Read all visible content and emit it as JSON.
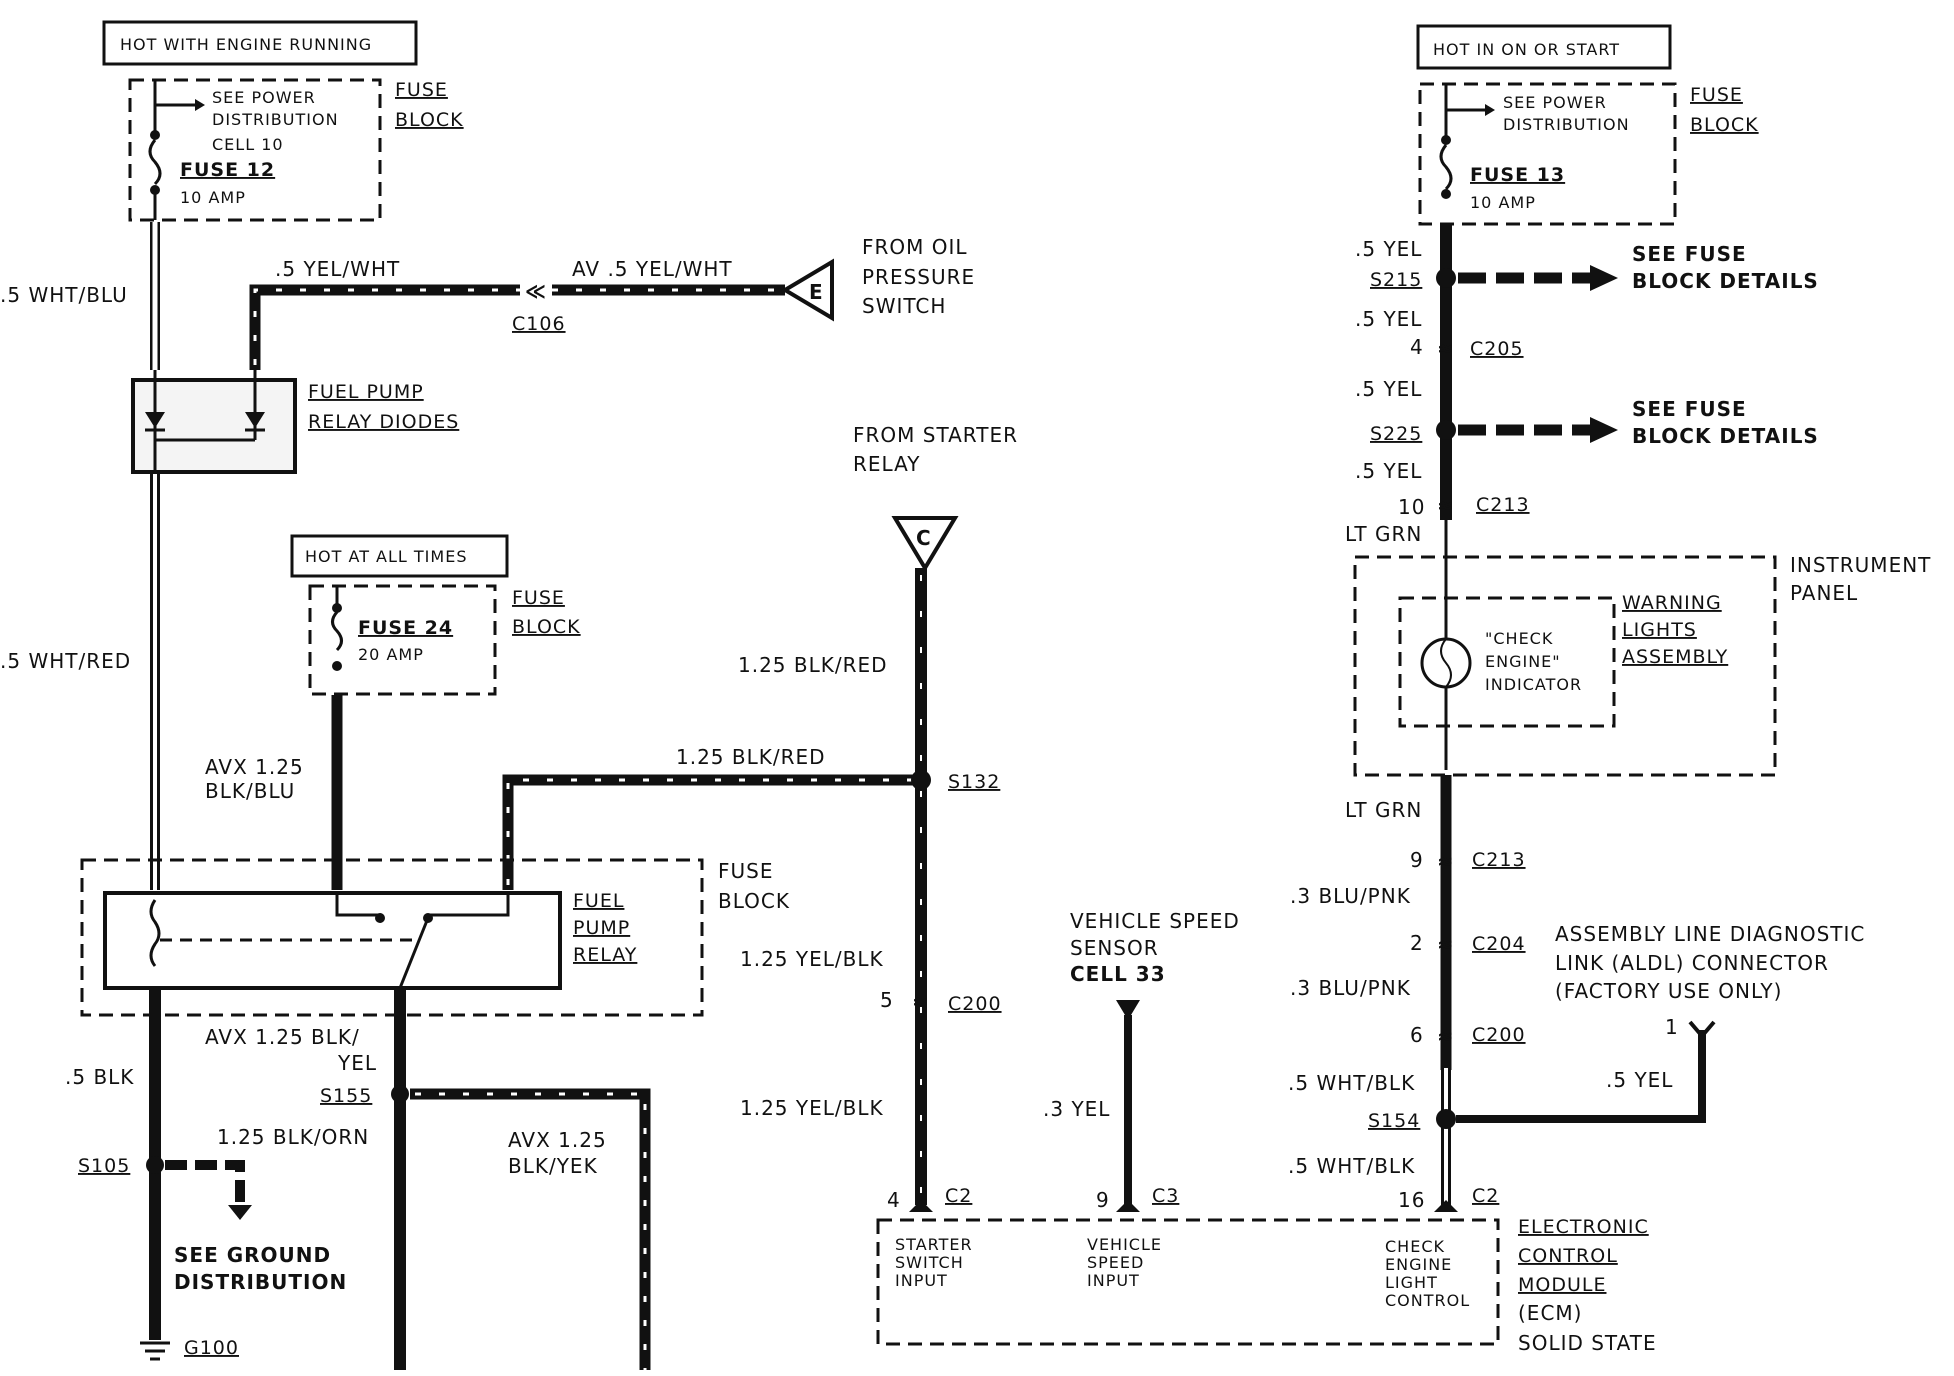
{
  "left_power": {
    "hot_label": "HOT WITH ENGINE RUNNING",
    "note_line1": "SEE POWER",
    "note_line2": "DISTRIBUTION",
    "note_line3": "CELL 10",
    "fuse_name": "FUSE 12",
    "fuse_rating": "10 AMP",
    "block_line1": "FUSE",
    "block_line2": "BLOCK"
  },
  "right_power": {
    "hot_label": "HOT IN ON OR START",
    "note_line1": "SEE POWER",
    "note_line2": "DISTRIBUTION",
    "fuse_name": "FUSE 13",
    "fuse_rating": "10 AMP",
    "block_line1": "FUSE",
    "block_line2": "BLOCK"
  },
  "oil": {
    "wire_left": ".5 YEL/WHT",
    "wire_right": "AV .5 YEL/WHT",
    "connector": "C106",
    "terminal": "E",
    "from_line1": "FROM OIL",
    "from_line2": "PRESSURE",
    "from_line3": "SWITCH"
  },
  "left_wires": {
    "wht_blu": ".5 WHT/BLU",
    "wht_red": ".5 WHT/RED",
    "diodes_line1": "FUEL PUMP",
    "diodes_line2": "RELAY DIODES"
  },
  "hot_all": {
    "label": "HOT AT ALL TIMES",
    "fuse_name": "FUSE 24",
    "fuse_rating": "20 AMP",
    "block_line1": "FUSE",
    "block_line2": "BLOCK",
    "wire_line1": "AVX 1.25",
    "wire_line2": "BLK/BLU"
  },
  "relay": {
    "line1": "FUEL",
    "line2": "PUMP",
    "line3": "RELAY",
    "block_line1": "FUSE",
    "block_line2": "BLOCK"
  },
  "starter": {
    "from_line1": "FROM STARTER",
    "from_line2": "RELAY",
    "terminal": "C",
    "wire1": "1.25 BLK/RED",
    "wire2": "1.25 BLK/RED",
    "splice": "S132",
    "wire3": "1.25 YEL/BLK",
    "conn_num": "5",
    "conn": "C200",
    "wire4": "1.25 YEL/BLK",
    "pin": "4",
    "pin_conn": "C2"
  },
  "lower_left": {
    "blk": ".5 BLK",
    "avx_line1": "AVX 1.25 BLK/",
    "avx_line2": "YEL",
    "s155": "S155",
    "blk_orn": "1.25 BLK/ORN",
    "avx_yek1": "AVX 1.25",
    "avx_yek2": "BLK/YEK",
    "s105": "S105",
    "ground_line1": "SEE GROUND",
    "ground_line2": "DISTRIBUTION",
    "g100": "G100"
  },
  "vss": {
    "line1": "VEHICLE SPEED",
    "line2": "SENSOR",
    "line3": "CELL 33",
    "wire": ".3 YEL",
    "pin": "9",
    "pin_conn": "C3"
  },
  "right_chain": {
    "yel1": ".5 YEL",
    "s215": "S215",
    "see_fuse1_line1": "SEE FUSE",
    "see_fuse1_line2": "BLOCK DETAILS",
    "yel2": ".5 YEL",
    "c205_num": "4",
    "c205": "C205",
    "yel3": ".5 YEL",
    "s225": "S225",
    "see_fuse2_line1": "SEE FUSE",
    "see_fuse2_line2": "BLOCK DETAILS",
    "yel4": ".5 YEL",
    "c213_num": "10",
    "c213": "C213",
    "lt_grn1": "LT GRN",
    "panel_line1": "INSTRUMENT",
    "panel_line2": "PANEL",
    "warn_line1": "WARNING",
    "warn_line2": "LIGHTS",
    "warn_line3": "ASSEMBLY",
    "check_line1": "\"CHECK",
    "check_line2": "ENGINE\"",
    "check_line3": "INDICATOR",
    "lt_grn2": "LT GRN",
    "c213b_num": "9",
    "c213b": "C213",
    "blu_pnk1": ".3 BLU/PNK",
    "c204_num": "2",
    "c204": "C204",
    "blu_pnk2": ".3 BLU/PNK",
    "c200_num": "6",
    "c200": "C200",
    "wht_blk1": ".5 WHT/BLK",
    "s154": "S154",
    "wht_blk2": ".5 WHT/BLK",
    "pin": "16",
    "pin_conn": "C2"
  },
  "aldl": {
    "line1": "ASSEMBLY LINE DIAGNOSTIC",
    "line2": "LINK (ALDL) CONNECTOR",
    "line3": "(FACTORY USE ONLY)",
    "pin": "1",
    "wire": ".5 YEL"
  },
  "ecm": {
    "in1_line1": "STARTER",
    "in1_line2": "SWITCH",
    "in1_line3": "INPUT",
    "in2_line1": "VEHICLE",
    "in2_line2": "SPEED",
    "in2_line3": "INPUT",
    "in3_line1": "CHECK",
    "in3_line2": "ENGINE",
    "in3_line3": "LIGHT",
    "in3_line4": "CONTROL",
    "name_line1": "ELECTRONIC",
    "name_line2": "CONTROL",
    "name_line3": "MODULE",
    "name_line4": "(ECM)",
    "name_line5": "SOLID STATE"
  }
}
